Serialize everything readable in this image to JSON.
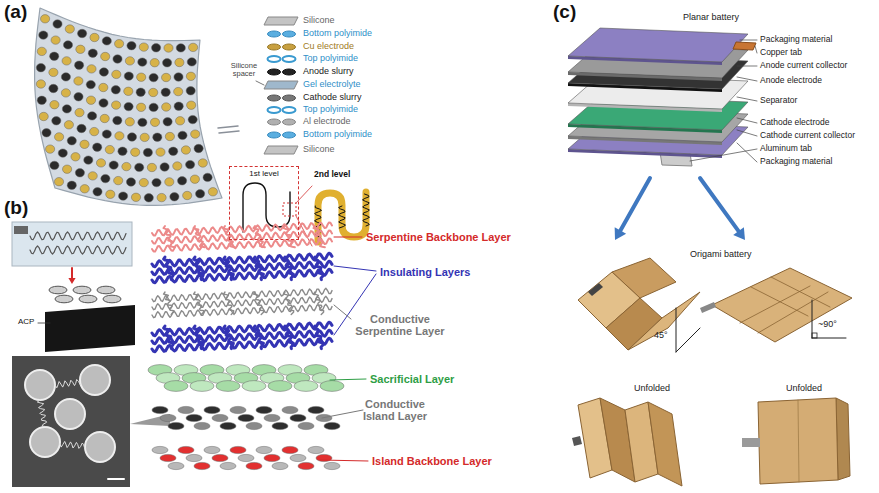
{
  "diagram": {
    "nodes": [
      {
        "text": [
          "1st level"
        ]
      }
    ],
    "labels": [
      "(a)",
      "Silicone",
      "Bottom polyimide",
      "Cu electrode",
      "Top polyimide",
      "Silicone spacer",
      "Anode slurry",
      "Gel electrolyte",
      "Cathode slurry",
      "Top polyimide",
      "Al electrode",
      "Bottom polyimide",
      "Silicone",
      "2nd level",
      "(b)",
      "ACP",
      "Serpentine Backbone Layer",
      "Insulating Layers",
      "Conductive Serpentine Layer",
      "Sacrificial Layer",
      "Conductive Island Layer",
      "Island Backbone Layer",
      "(c)",
      "Planar battery",
      "Packaging material",
      "Copper tab",
      "Anode current collector",
      "Anode electrode",
      "Separator",
      "Cathode electrode",
      "Cathode current collector",
      "Aluminum tab",
      "Packaging material",
      "Origami battery",
      "45°",
      "~90°",
      "Unfolded",
      "Unfolded"
    ]
  }
}
